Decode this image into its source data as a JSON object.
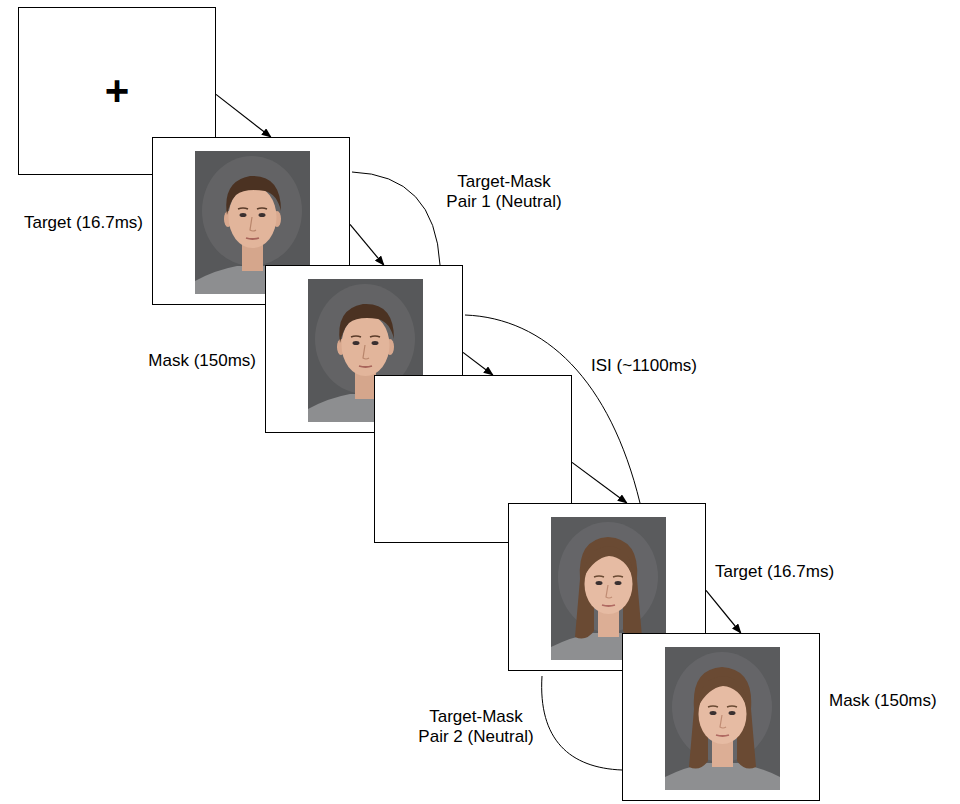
{
  "diagram": {
    "nodes": [
      {
        "text": [
          "+"
        ]
      },
      {
        "text": [
          "Target (16.7ms)"
        ]
      },
      {
        "text": [
          "Mask (150ms)"
        ]
      },
      {
        "text": [
          "ISI (~1100ms)"
        ]
      },
      {
        "text": [
          "Target (16.7ms)"
        ]
      },
      {
        "text": [
          "Mask (150ms)"
        ]
      }
    ],
    "edges": [
      {
        "from": 0,
        "to": 1,
        "arrow": "to"
      },
      {
        "from": 1,
        "to": 2,
        "arrow": "to"
      },
      {
        "from": 2,
        "to": 3,
        "arrow": "to"
      },
      {
        "from": 3,
        "to": 4,
        "arrow": "to"
      },
      {
        "from": 4,
        "to": 5,
        "arrow": "to"
      }
    ],
    "labels": [
      "Target-Mask Pair 1 (Neutral)",
      "Target-Mask Pair 2 (Neutral)"
    ]
  }
}
